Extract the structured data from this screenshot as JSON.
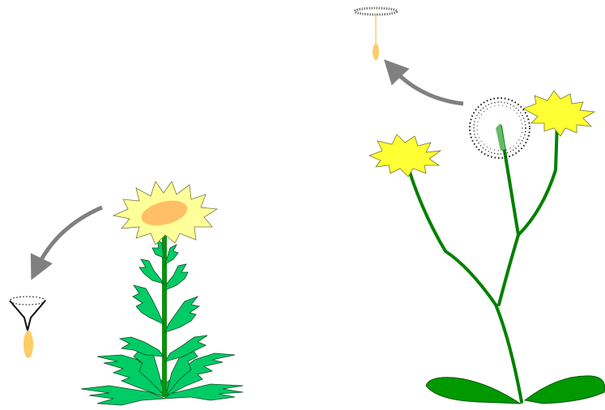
{
  "diagram": {
    "left_plant": {
      "flower_color": "#ffff99",
      "flower_center_color": "#ffbf66",
      "stem_color": "#109010",
      "leaf_color": "#00cc66",
      "leaf_outline": "#0a4a22",
      "seed": {
        "fruit_color": "#ffcc66",
        "pappus_style": "funnel"
      }
    },
    "right_plant": {
      "flower_color": "#ffff33",
      "stem_color": "#008000",
      "leaf_color": "#009900",
      "seed_head_style": "dotted-ring",
      "seed": {
        "fruit_color": "#ffcc66",
        "pappus_style": "flat-ring"
      }
    },
    "arrow_color": "#808080"
  }
}
